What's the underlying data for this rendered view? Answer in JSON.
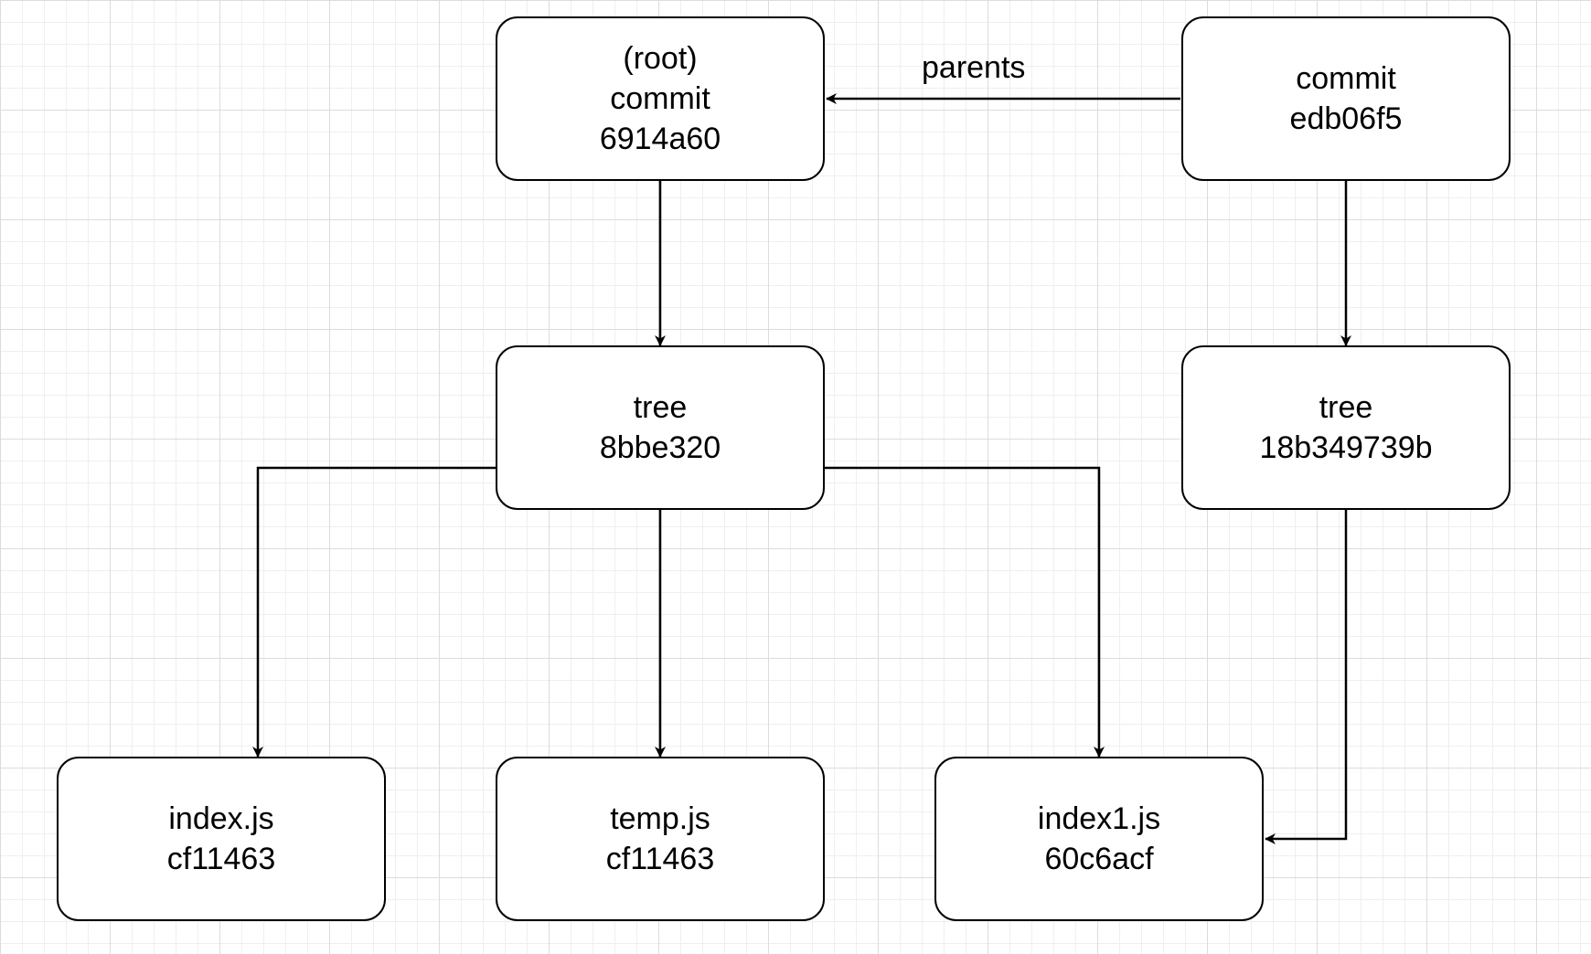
{
  "nodes": {
    "root_commit": {
      "line1": "(root)",
      "line2": "commit",
      "line3": "6914a60"
    },
    "commit_edb": {
      "line1": "commit",
      "line2": "edb06f5"
    },
    "tree_8bbe": {
      "line1": "tree",
      "line2": "8bbe320"
    },
    "tree_18b3": {
      "line1": "tree",
      "line2": "18b349739b"
    },
    "index_js": {
      "line1": "index.js",
      "line2": "cf11463"
    },
    "temp_js": {
      "line1": "temp.js",
      "line2": "cf11463"
    },
    "index1_js": {
      "line1": "index1.js",
      "line2": "60c6acf"
    }
  },
  "edge_labels": {
    "parents": "parents"
  }
}
